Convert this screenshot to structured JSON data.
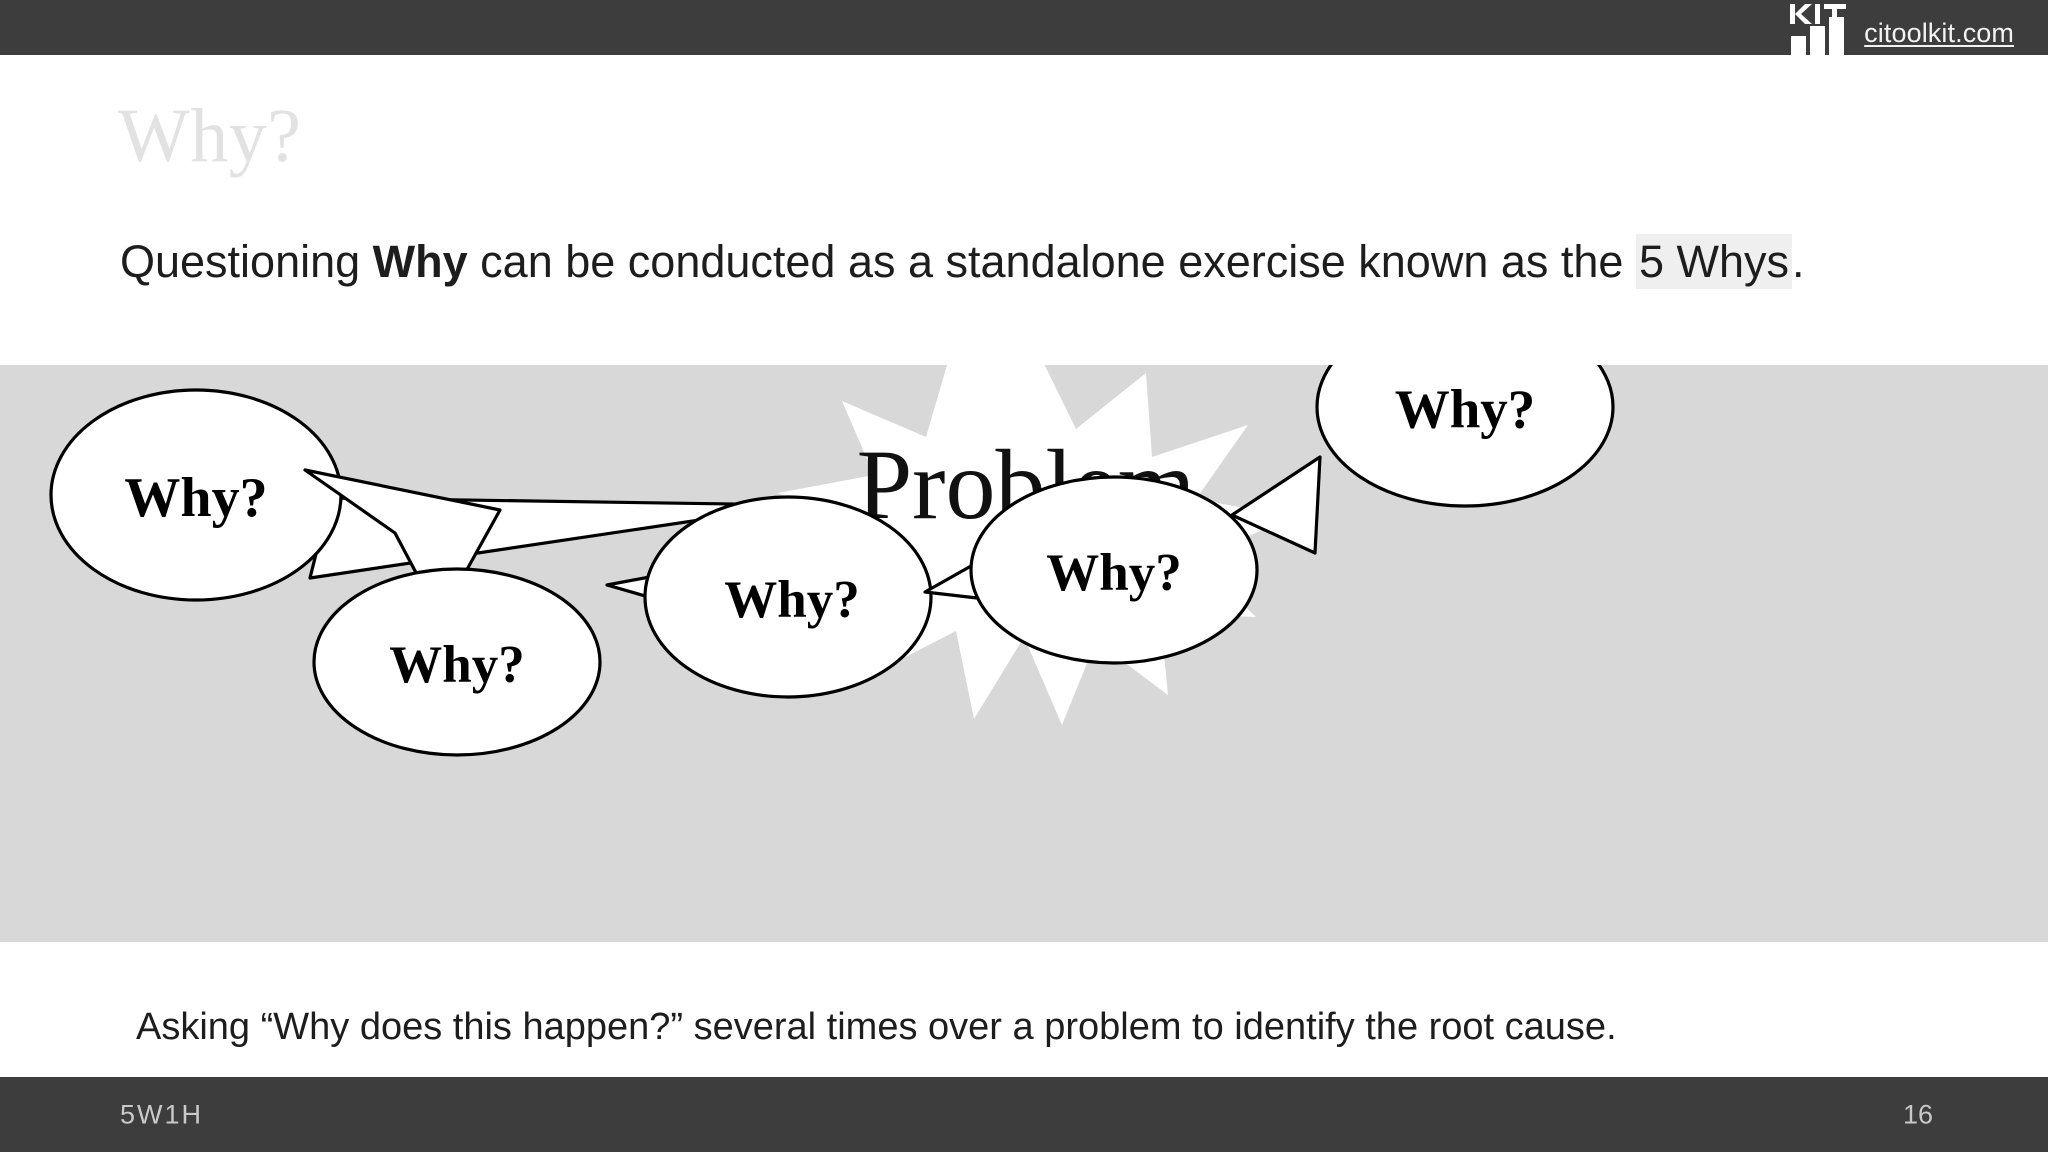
{
  "header": {
    "logo_name": "kit-logo",
    "logo_text": "KIT",
    "url": "citoolkit.com",
    "bar_color": "#3d3d3d"
  },
  "title": "Why?",
  "subtitle": {
    "part1": "Questioning ",
    "bold": "Why",
    "part2": " can be conducted as a standalone exercise known as the ",
    "highlight": "5 Whys",
    "part3": "."
  },
  "diagram": {
    "panel_color": "#d8d8d8",
    "problem_label": "Problem",
    "bubbles": [
      {
        "label": "Why?",
        "position": "left-top"
      },
      {
        "label": "Why?",
        "position": "left-bottom"
      },
      {
        "label": "Why?",
        "position": "center-bottom"
      },
      {
        "label": "Why?",
        "position": "right-bottom"
      },
      {
        "label": "Why?",
        "position": "right-top"
      }
    ]
  },
  "caption": "Asking “Why does this happen?” several times over a problem to identify the root cause.",
  "footer": {
    "section": "5W1H",
    "page_number": "16",
    "bar_color": "#3d3d3d"
  }
}
